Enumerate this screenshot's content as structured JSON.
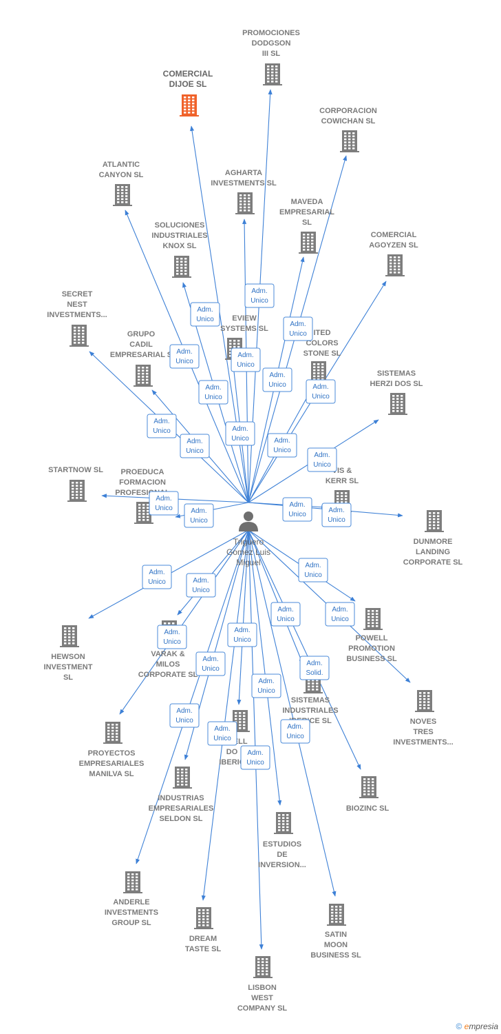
{
  "center": {
    "lines": [
      "Triguero",
      "Gomez Luis",
      "Miguel"
    ]
  },
  "colors": {
    "edge": "#3d80d6",
    "building": "#7d7d7d",
    "highlight": "#f0622a"
  },
  "nodes": [
    {
      "id": "comercial-dijoe",
      "lines": [
        "COMERCIAL",
        "DIJOE  SL"
      ],
      "highlight": true
    },
    {
      "id": "promociones-dodgson",
      "lines": [
        "PROMOCIONES",
        "DODGSON",
        "III SL"
      ]
    },
    {
      "id": "corporacion-cowichan",
      "lines": [
        "CORPORACION",
        "COWICHAN SL"
      ]
    },
    {
      "id": "atlantic-canyon",
      "lines": [
        "ATLANTIC",
        "CANYON SL"
      ]
    },
    {
      "id": "agharta",
      "lines": [
        "AGHARTA",
        "INVESTMENTS SL"
      ]
    },
    {
      "id": "maveda",
      "lines": [
        "MAVEDA",
        "EMPRESARIAL",
        "SL"
      ]
    },
    {
      "id": "comercial-agoyzen",
      "lines": [
        "COMERCIAL",
        "AGOYZEN SL"
      ]
    },
    {
      "id": "soluciones-knox",
      "lines": [
        "SOLUCIONES",
        "INDUSTRIALES",
        "KNOX SL"
      ]
    },
    {
      "id": "secret-nest",
      "lines": [
        "SECRET",
        "NEST",
        "INVESTMENTS..."
      ]
    },
    {
      "id": "eview-systems",
      "lines": [
        "EVIEW",
        "SYSTEMS  SL"
      ]
    },
    {
      "id": "united-colors",
      "lines": [
        "ITED",
        "COLORS",
        "STONE SL"
      ]
    },
    {
      "id": "grupo-cadil",
      "lines": [
        "GRUPO",
        "CADIL",
        "EMPRESARIAL S"
      ]
    },
    {
      "id": "sistemas-herzi",
      "lines": [
        "SISTEMAS",
        "HERZI DOS SL"
      ]
    },
    {
      "id": "startnow",
      "lines": [
        "STARTNOW SL"
      ]
    },
    {
      "id": "proeduca",
      "lines": [
        "PROEDUCA",
        "FORMACION",
        "PROFESIONAL"
      ]
    },
    {
      "id": "vis-kerr",
      "lines": [
        "VIS &",
        "KERR SL"
      ]
    },
    {
      "id": "dunmore",
      "lines": [
        "DUNMORE",
        "LANDING",
        "CORPORATE SL"
      ]
    },
    {
      "id": "hewson",
      "lines": [
        "HEWSON",
        "INVESTMENT",
        "SL"
      ]
    },
    {
      "id": "varak-milos",
      "lines": [
        "VARAK &",
        "MILOS",
        "CORPORATE SL"
      ]
    },
    {
      "id": "powell-promotion",
      "lines": [
        "POWELL",
        "PROMOTION",
        "BUSINESS  SL"
      ]
    },
    {
      "id": "sistemas-iberice",
      "lines": [
        "SISTEMAS",
        "INDUSTRIALES",
        "IBERICE  SL"
      ]
    },
    {
      "id": "noves-tres",
      "lines": [
        "NOVES",
        "TRES",
        "INVESTMENTS..."
      ]
    },
    {
      "id": "proyectos-manilva",
      "lines": [
        "PROYECTOS",
        "EMPRESARIALES",
        "MANILVA SL"
      ]
    },
    {
      "id": "connell",
      "lines": [
        "ONNELL",
        "DO",
        "IBERIC"
      ]
    },
    {
      "id": "biozinc",
      "lines": [
        "BIOZINC SL"
      ]
    },
    {
      "id": "industrias-seldon",
      "lines": [
        "INDUSTRIAS",
        "EMPRESARIALES",
        "SELDON SL"
      ]
    },
    {
      "id": "estudios-inversion",
      "lines": [
        "ESTUDIOS",
        "DE",
        "INVERSION..."
      ]
    },
    {
      "id": "anderle",
      "lines": [
        "ANDERLE",
        "INVESTMENTS",
        "GROUP SL"
      ]
    },
    {
      "id": "dream-taste",
      "lines": [
        "DREAM",
        "TASTE SL"
      ]
    },
    {
      "id": "satin-moon",
      "lines": [
        "SATIN",
        "MOON",
        "BUSINESS SL"
      ]
    },
    {
      "id": "lisbon-west",
      "lines": [
        "LISBON",
        "WEST",
        "COMPANY  SL"
      ]
    }
  ],
  "edges": [
    {
      "target": "comercial-dijoe",
      "lines": [
        "Adm.",
        "Unico"
      ]
    },
    {
      "target": "promociones-dodgson",
      "lines": [
        "Adm.",
        "Unico"
      ]
    },
    {
      "target": "corporacion-cowichan",
      "lines": [
        "Adm.",
        "Unico"
      ]
    },
    {
      "target": "atlantic-canyon",
      "lines": [
        "Adm.",
        "Unico"
      ]
    },
    {
      "target": "agharta",
      "lines": [
        "Adm.",
        "Unico"
      ]
    },
    {
      "target": "maveda",
      "lines": [
        "Adm.",
        "Unico"
      ]
    },
    {
      "target": "comercial-agoyzen",
      "lines": [
        "Adm.",
        "Unico"
      ]
    },
    {
      "target": "soluciones-knox",
      "lines": [
        "Adm.",
        "Unico"
      ]
    },
    {
      "target": "secret-nest",
      "lines": [
        "Adm.",
        "Unico"
      ]
    },
    {
      "target": "eview-systems",
      "lines": [
        "Adm.",
        "Unico"
      ]
    },
    {
      "target": "united-colors",
      "lines": [
        "Adm.",
        "Unico"
      ]
    },
    {
      "target": "grupo-cadil",
      "lines": [
        "Adm.",
        "Unico"
      ]
    },
    {
      "target": "sistemas-herzi",
      "lines": [
        "Adm.",
        "Unico"
      ]
    },
    {
      "target": "startnow",
      "lines": [
        "Adm.",
        "Unico"
      ]
    },
    {
      "target": "proeduca",
      "lines": [
        "Adm.",
        "Unico"
      ]
    },
    {
      "target": "vis-kerr",
      "lines": [
        "Adm.",
        "Unico"
      ]
    },
    {
      "target": "dunmore",
      "lines": [
        "Adm.",
        "Unico"
      ]
    },
    {
      "target": "hewson",
      "lines": [
        "Adm.",
        "Unico"
      ]
    },
    {
      "target": "varak-milos",
      "lines": [
        "Adm.",
        "Unico"
      ]
    },
    {
      "target": "powell-promotion",
      "lines": [
        "Adm.",
        "Unico"
      ]
    },
    {
      "target": "sistemas-iberice",
      "lines": [
        "Adm.",
        "Solid."
      ]
    },
    {
      "target": "noves-tres",
      "lines": [
        "Adm.",
        "Unico"
      ]
    },
    {
      "target": "proyectos-manilva",
      "lines": [
        "Adm.",
        "Unico"
      ]
    },
    {
      "target": "connell",
      "lines": [
        "Adm.",
        "Unico"
      ]
    },
    {
      "target": "biozinc",
      "lines": [
        "Adm.",
        "Unico"
      ]
    },
    {
      "target": "industrias-seldon",
      "lines": [
        "Adm.",
        "Unico"
      ]
    },
    {
      "target": "estudios-inversion",
      "lines": [
        "Adm.",
        "Unico"
      ]
    },
    {
      "target": "anderle",
      "lines": [
        "Adm.",
        "Unico"
      ]
    },
    {
      "target": "dream-taste",
      "lines": [
        "Adm.",
        "Unico"
      ]
    },
    {
      "target": "satin-moon",
      "lines": [
        "Adm.",
        "Unico"
      ]
    },
    {
      "target": "lisbon-west",
      "lines": [
        "Adm.",
        "Unico"
      ]
    }
  ],
  "footer": {
    "copyright": "©",
    "brand_initial": "e",
    "brand_rest": "mpresia"
  }
}
